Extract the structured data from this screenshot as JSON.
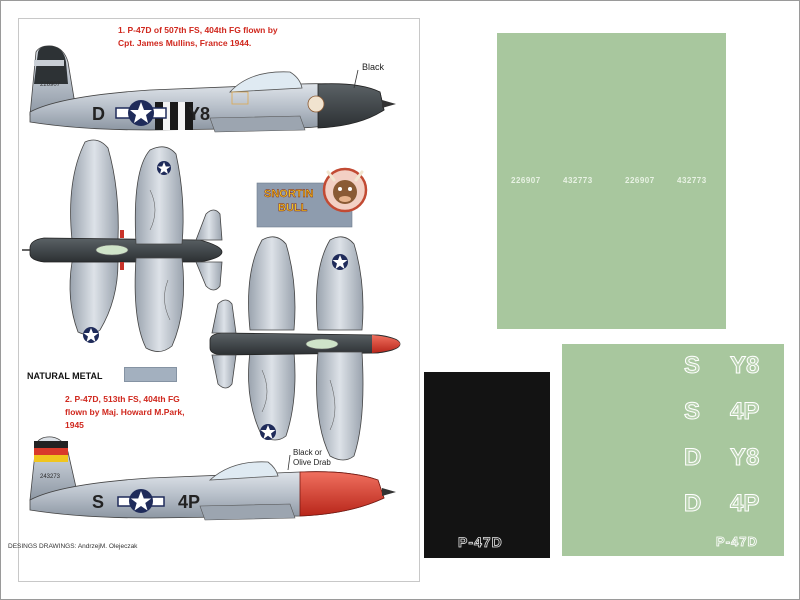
{
  "profile1": {
    "title_line1": "1. P-47D of 507th FS, 404th FG flown by",
    "title_line2": "Cpt. James Mullins, France 1944.",
    "callout_black": "Black",
    "serial": "226907",
    "codes": [
      "D",
      "Y8"
    ],
    "nose_art_line1": "SNORTIN",
    "nose_art_line2": "BULL"
  },
  "natural_metal": {
    "label": "NATURAL METAL",
    "color": "#a3b0bf"
  },
  "profile2": {
    "title_line1": "2. P-47D, 513th FS, 404th FG",
    "title_line2": "flown by Maj. Howard M.Park,",
    "title_line3": "1945",
    "callout_line1": "Black or",
    "callout_line2": "Olive Drab",
    "serial": "243273",
    "codes": [
      "S",
      "4P"
    ]
  },
  "credit": "DESINGS DRAWINGS: AndrzejM. Olejeczak",
  "mask_sheet_a": {
    "serials": [
      "226907",
      "432773",
      "226907",
      "432773"
    ]
  },
  "mask_sheet_b": {
    "label": "P-47D"
  },
  "mask_sheet_c": {
    "letters": [
      "S",
      "Y8",
      "S",
      "4P",
      "D",
      "Y8",
      "D",
      "4P"
    ],
    "label": "P-47D"
  },
  "colors": {
    "mask_green": "#a8c79e",
    "mask_black": "#131313",
    "note_red": "#d0281e",
    "metal": "#a3b0bf"
  }
}
